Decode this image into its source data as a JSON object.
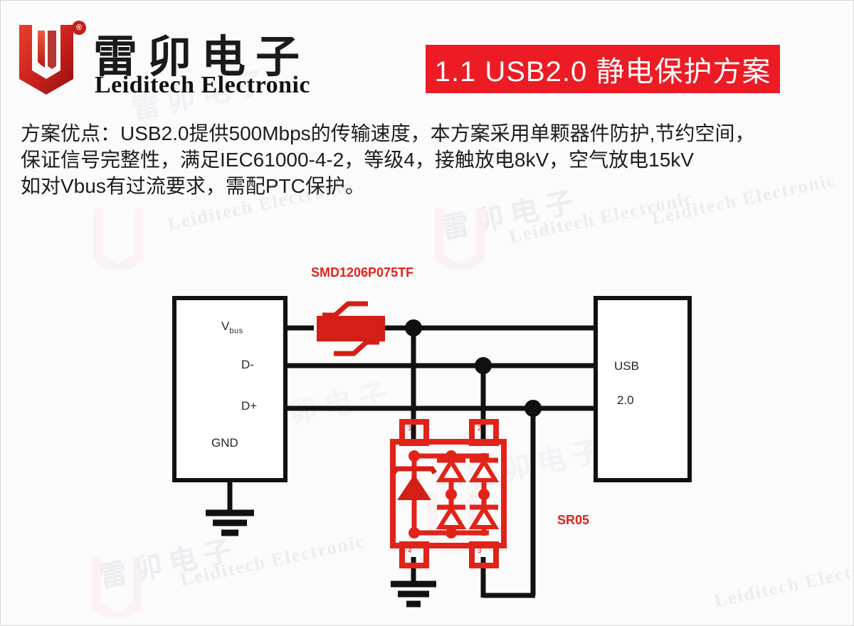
{
  "header": {
    "logo_icon": "leiditech-shield-logo",
    "registered_mark": "®",
    "brand_cn": "雷卯电子",
    "brand_en": "Leiditech Electronic",
    "title": "1.1 USB2.0 静电保护方案",
    "title_bg_color": "#ec1b24",
    "title_text_color": "#ffffff"
  },
  "body": {
    "line1": "方案优点：USB2.0提供500Mbps的传输速度，本方案采用单颗器件防护,节约空间，",
    "line2": "保证信号完整性，满足IEC61000-4-2，等级4，接触放电8kV，空气放电15kV",
    "line3": "如对Vbus有过流要求，需配PTC保护。"
  },
  "schematic": {
    "ptc_label": "SMD1206P075TF",
    "tvs_label": "SR05",
    "left_block": {
      "pins": [
        "V",
        "D-",
        "D+",
        "GND"
      ],
      "vbus_main": "V",
      "vbus_sub": "bus"
    },
    "right_block": {
      "line1": "USB",
      "line2": "2.0"
    },
    "tvs_pins": [
      "1",
      "2",
      "3",
      "4"
    ],
    "wire_color": "#111111",
    "component_color": "#e2231a"
  },
  "watermarks": {
    "cn": "雷卯电子",
    "en": "Leiditech Electronic"
  }
}
